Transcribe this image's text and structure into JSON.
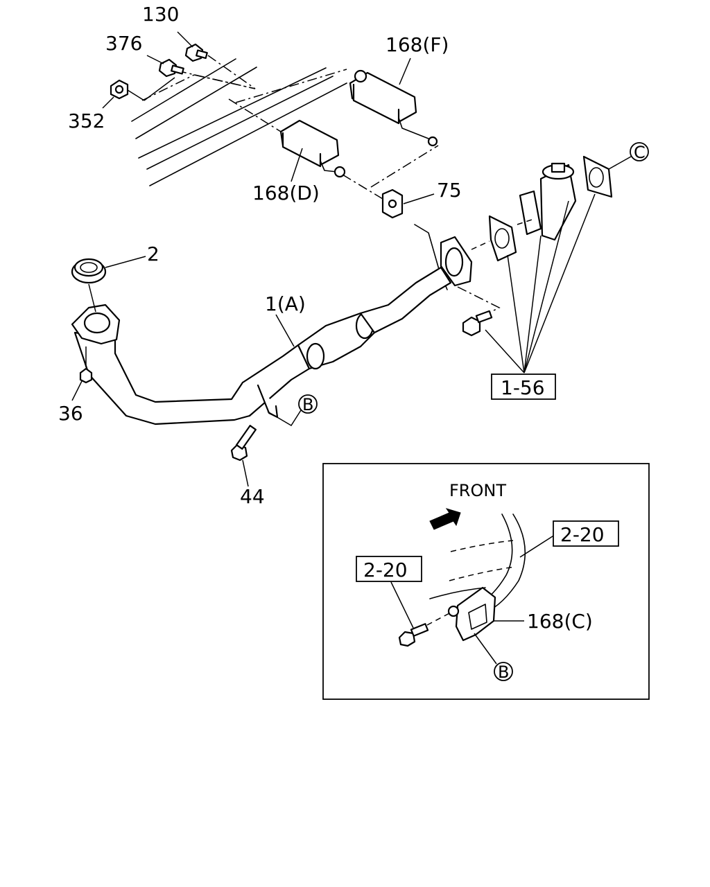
{
  "labels": {
    "p130": "130",
    "p376": "376",
    "p352": "352",
    "p168f": "168(F)",
    "p168d": "168(D)",
    "p75": "75",
    "pC": "C",
    "p2": "2",
    "p1a": "1(A)",
    "p36": "36",
    "pB": "B",
    "p44": "44",
    "ref156": "1-56"
  },
  "inset": {
    "front": "FRONT",
    "ref_top": "2-20",
    "ref_left": "2-20",
    "p168c": "168(C)",
    "pB": "B"
  }
}
